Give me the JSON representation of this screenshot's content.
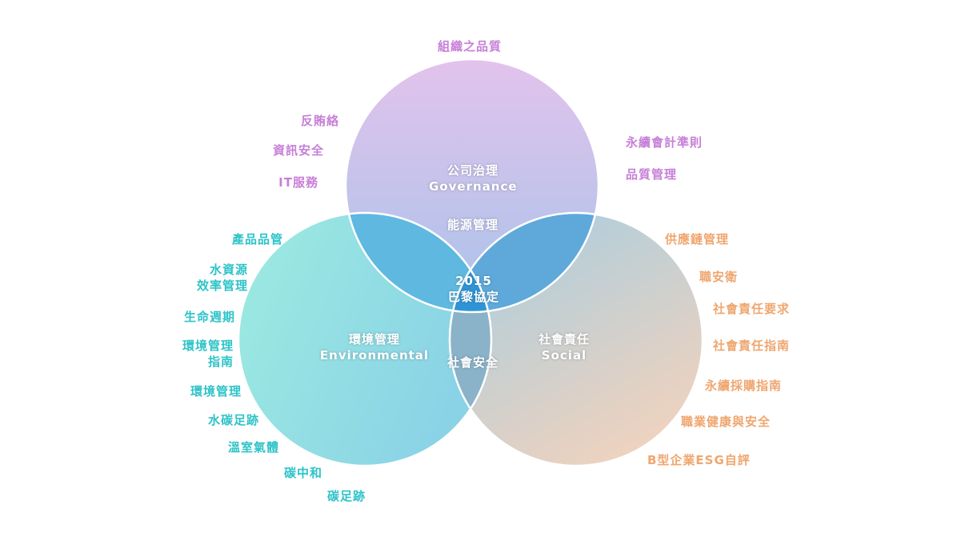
{
  "diagram": {
    "governance_label": "公司治理",
    "governance_en": "Governance",
    "environmental_label": "環境管理",
    "environmental_en": "Environmental",
    "social_label": "社會責任",
    "social_en": "Social",
    "overlap_gov_env_soc_top": "能源管理",
    "overlap_env_soc": "社會安全",
    "center_line1": "2015",
    "center_line2": "巴黎協定"
  },
  "governance_items": [
    "組織之品質",
    "反賄絡",
    "資訊安全",
    "IT服務",
    "永續會計準則",
    "品質管理"
  ],
  "environmental_items": [
    "產品品管",
    "水資源",
    "效率管理",
    "生命週期",
    "環境管理",
    "指南",
    "環境管理",
    "水碳足跡",
    "溫室氣體",
    "碳中和",
    "碳足跡"
  ],
  "social_items": [
    "供應鏈管理",
    "職安衛",
    "社會責任要求",
    "社會責任指南",
    "永續採購指南",
    "職業健康與安全",
    "B型企業ESG自評"
  ],
  "colors": {
    "governance_top": "#e2c3ec",
    "governance_bottom": "#a9c3ea",
    "environmental_left": "#9debe1",
    "environmental_right": "#8ad2e6",
    "social_top": "#a6cde0",
    "social_bottom": "#f0d2be",
    "overlap_gov_env": "#5fb8df",
    "overlap_gov_soc": "#5ea9da",
    "overlap_env_soc": "#8ab2c8",
    "overlap_center": "#2f94d6",
    "governance_text": "#c77fd8",
    "environmental_text": "#2ec3c8",
    "social_text": "#efa66f"
  }
}
